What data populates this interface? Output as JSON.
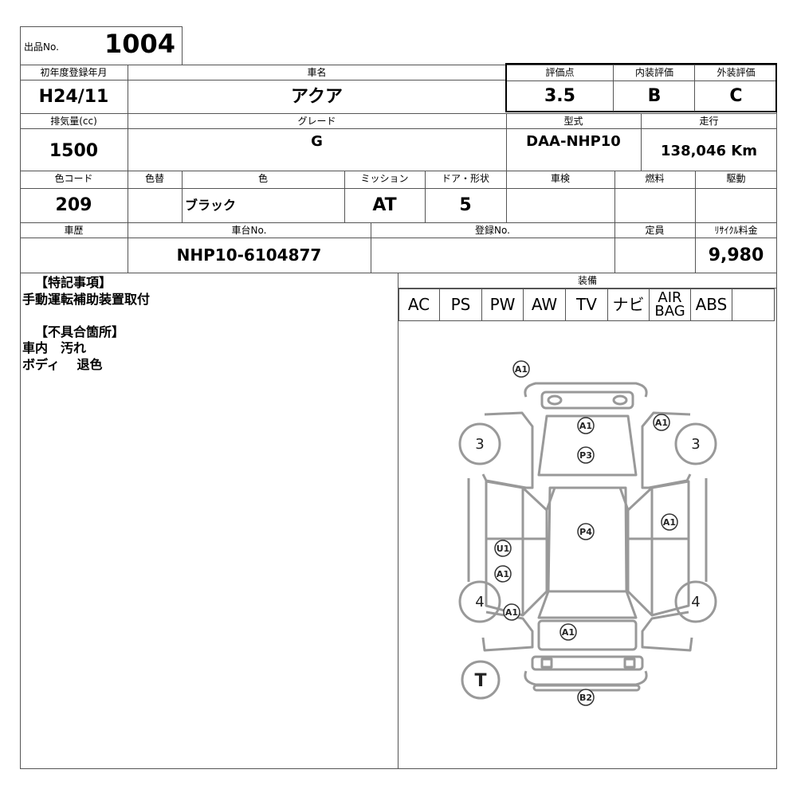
{
  "listing": {
    "label": "出品No.",
    "number": "1004"
  },
  "row1": {
    "labels": {
      "first_registration": "初年度登録年月",
      "car_name": "車名",
      "score": "評価点",
      "interior": "内装評価",
      "exterior": "外装評価"
    },
    "values": {
      "first_registration": "H24/11",
      "car_name": "アクア",
      "score": "3.5",
      "interior": "B",
      "exterior": "C"
    }
  },
  "row2": {
    "labels": {
      "displacement": "排気量(cc)",
      "grade": "グレード",
      "model": "型式",
      "mileage": "走行"
    },
    "values": {
      "displacement": "1500",
      "grade": "G",
      "model": "DAA-NHP10",
      "mileage": "138,046 Km"
    }
  },
  "row3": {
    "labels": {
      "color_code": "色コード",
      "repaint": "色替",
      "color": "色",
      "transmission": "ミッション",
      "doors": "ドア・形状",
      "inspection": "車検",
      "fuel": "燃料",
      "drive": "駆動"
    },
    "values": {
      "color_code": "209",
      "repaint": "",
      "color": "ブラック",
      "transmission": "AT",
      "doors": "5",
      "inspection": "",
      "fuel": "",
      "drive": ""
    }
  },
  "row4": {
    "labels": {
      "history": "車歴",
      "chassis": "車台No.",
      "registration": "登録No.",
      "capacity": "定員",
      "recycle": "ﾘｻｲｸﾙ料金"
    },
    "values": {
      "history": "",
      "chassis": "NHP10-6104877",
      "registration": "",
      "capacity": "",
      "recycle": "9,980"
    }
  },
  "notes": {
    "special_heading": "【特記事項】",
    "special_lines": [
      "手動運転補助装置取付"
    ],
    "defects_heading": "【不具合箇所】",
    "defect_lines": [
      "車内　汚れ",
      "ボディ　 退色"
    ]
  },
  "equipment": {
    "label": "装備",
    "items": [
      "AC",
      "PS",
      "PW",
      "AW",
      "TV",
      "ナビ",
      "AIR",
      "BAG",
      "ABS",
      ""
    ]
  },
  "diagram": {
    "tires": [
      "3",
      "3",
      "4",
      "4"
    ],
    "spare_tire": "T",
    "marks": [
      "A1",
      "A1",
      "A1",
      "P3",
      "P4",
      "A1",
      "U1",
      "A1",
      "A1",
      "A1",
      "B2"
    ]
  }
}
